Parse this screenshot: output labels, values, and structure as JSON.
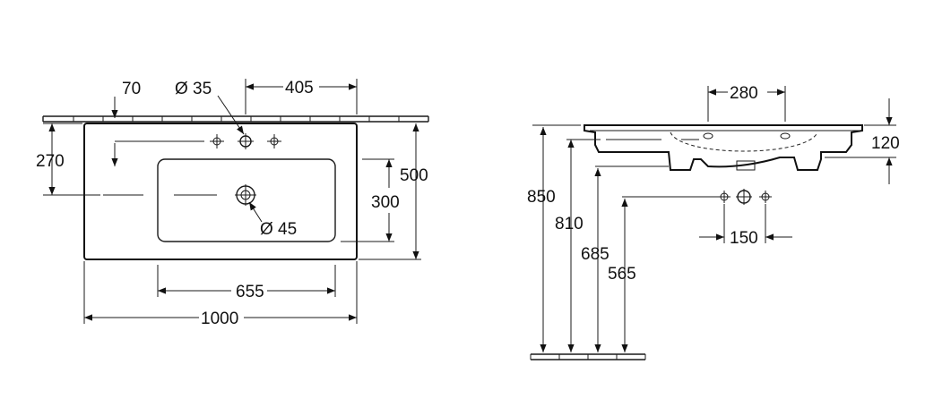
{
  "top_view": {
    "dim_70": "70",
    "dim_d35": "Ø 35",
    "dim_405": "405",
    "dim_270": "270",
    "dim_500": "500",
    "dim_300": "300",
    "dim_d45": "Ø 45",
    "dim_655": "655",
    "dim_1000": "1000"
  },
  "side_view": {
    "dim_280": "280",
    "dim_120": "120",
    "dim_850": "850",
    "dim_810": "810",
    "dim_685": "685",
    "dim_565": "565",
    "dim_150": "150"
  }
}
